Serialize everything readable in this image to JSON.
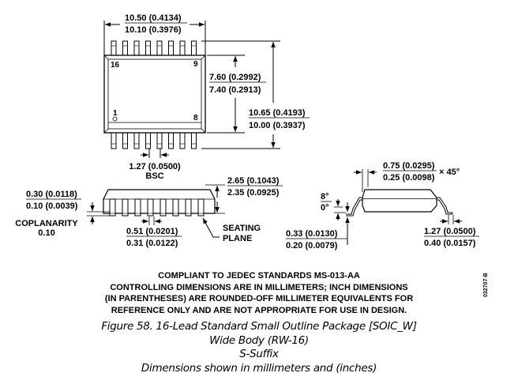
{
  "top_view": {
    "width_dim": {
      "max": "10.50 (0.4134)",
      "min": "10.10 (0.3976)"
    },
    "body_width_dim": {
      "max": "7.60 (0.2992)",
      "min": "7.40 (0.2913)"
    },
    "overall_height_dim": {
      "max": "10.65 (0.4193)",
      "min": "10.00 (0.3937)"
    },
    "pin_labels": {
      "top_left": "16",
      "top_right": "9",
      "bottom_left": "1",
      "bottom_right": "8"
    },
    "pitch_dim": {
      "value": "1.27 (0.0500)",
      "note": "BSC"
    },
    "pins_per_side": 8
  },
  "front_view": {
    "standoff_dim": {
      "max": "0.30 (0.0118)",
      "min": "0.10 (0.0039)"
    },
    "coplanarity": {
      "label": "COPLANARITY",
      "value": "0.10"
    },
    "height_dim": {
      "max": "2.65 (0.1043)",
      "min": "2.35 (0.0925)"
    },
    "lead_width_dim": {
      "max": "0.51 (0.0201)",
      "min": "0.31 (0.0122)"
    },
    "seating_plane": {
      "line1": "SEATING",
      "line2": "PLANE"
    }
  },
  "side_view": {
    "chamfer_dim": {
      "max": "0.75 (0.0295)",
      "min": "0.25 (0.0098)",
      "suffix": "× 45°"
    },
    "angle_dim": {
      "max": "8°",
      "min": "0°"
    },
    "lead_thickness_dim": {
      "max": "0.33 (0.0130)",
      "min": "0.20 (0.0079)"
    },
    "foot_length_dim": {
      "max": "1.27 (0.0500)",
      "min": "0.40 (0.0157)"
    }
  },
  "notes": [
    "COMPLIANT TO JEDEC STANDARDS MS-013-AA",
    "CONTROLLING DIMENSIONS ARE IN MILLIMETERS; INCH DIMENSIONS",
    "(IN PARENTHESES) ARE ROUNDED-OFF MILLIMETER EQUIVALENTS FOR",
    "REFERENCE ONLY AND ARE NOT APPROPRIATE FOR USE IN DESIGN."
  ],
  "reference_code": "032707-B",
  "caption": {
    "title": "Figure 58. 16-Lead Standard Small Outline Package [SOIC_W]",
    "line2": "Wide Body (RW-16)",
    "line3": "S-Suffix",
    "line4": "Dimensions shown in millimeters and (inches)"
  }
}
